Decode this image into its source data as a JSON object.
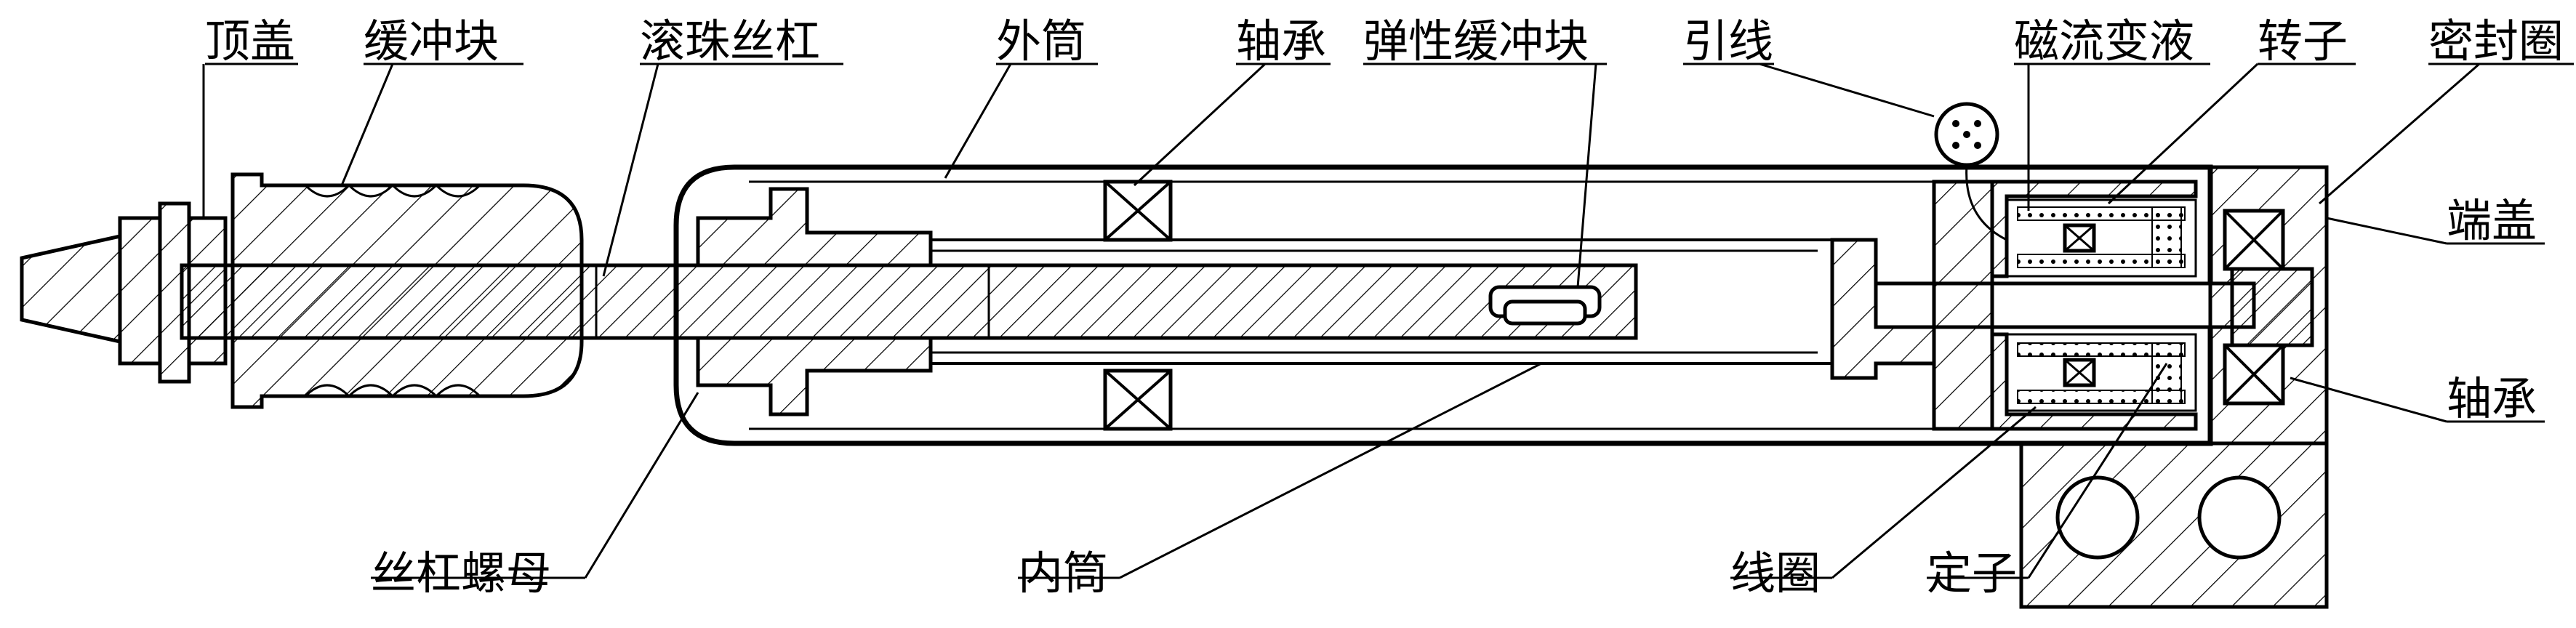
{
  "labels": {
    "top_cap": "顶盖",
    "buffer_block": "缓冲块",
    "ball_screw": "滚珠丝杠",
    "outer_tube": "外筒",
    "bearing_top": "轴承",
    "elastic_buffer": "弹性缓冲块",
    "lead_wire": "引线",
    "mr_fluid": "磁流变液",
    "rotor": "转子",
    "seal_ring": "密封圈",
    "end_cap": "端盖",
    "bearing_right": "轴承",
    "screw_nut": "丝杠螺母",
    "inner_tube": "内筒",
    "coil": "线圈",
    "stator": "定子"
  }
}
